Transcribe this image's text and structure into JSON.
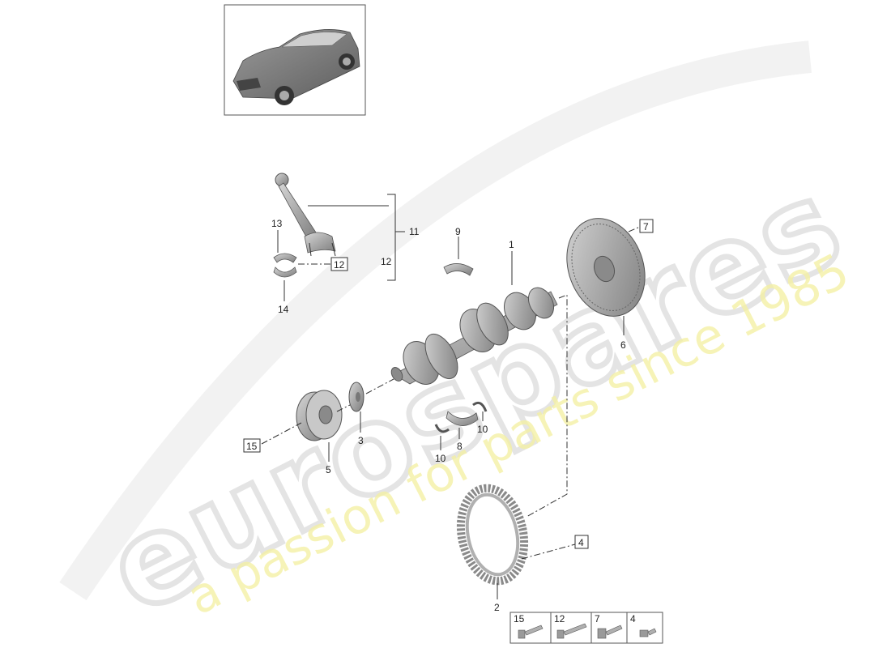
{
  "watermark": {
    "brand": "eurospares",
    "tagline": "a passion for parts since 1985"
  },
  "callouts": {
    "c1": "1",
    "c2": "2",
    "c3": "3",
    "c4": "4",
    "c5": "5",
    "c6": "6",
    "c7": "7",
    "c8": "8",
    "c9": "9",
    "c10a": "10",
    "c10b": "10",
    "c11": "11",
    "c12a": "12",
    "c12b": "12",
    "c13": "13",
    "c14": "14",
    "c15": "15"
  },
  "legend": {
    "items": [
      {
        "label": "15",
        "icon": "bolt-icon"
      },
      {
        "label": "12",
        "icon": "bolt-icon"
      },
      {
        "label": "7",
        "icon": "bolt-icon"
      },
      {
        "label": "4",
        "icon": "bolt-icon"
      }
    ]
  },
  "colors": {
    "part_fill": "#b9b9b9",
    "part_dark": "#8a8a8a",
    "line": "#333333",
    "watermark_text": "#e4e4e4",
    "watermark_tagline": "#f4f0a0"
  }
}
